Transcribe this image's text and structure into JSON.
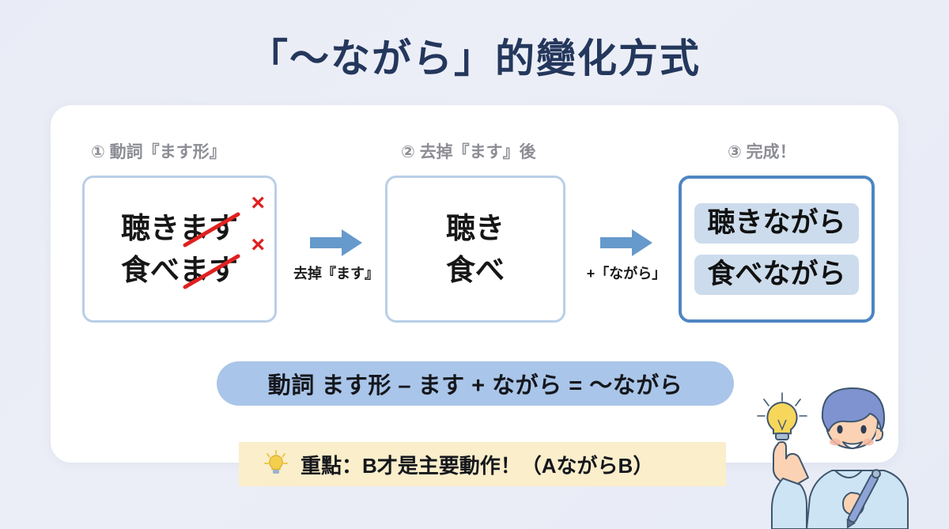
{
  "title": "「〜ながら」的變化方式",
  "steps": [
    {
      "label": "① 動詞『ます形』",
      "words": [
        "聴きます",
        "食べます"
      ],
      "strikethrough": "ます",
      "mark": "×"
    },
    {
      "label": "② 去掉『ます』後",
      "words": [
        "聴き",
        "食べ"
      ]
    },
    {
      "label": "③ 完成！",
      "words": [
        "聴きながら",
        "食べながら"
      ]
    }
  ],
  "arrows": [
    {
      "caption": "去掉『ます』",
      "icon": "right-arrow-icon"
    },
    {
      "caption": "+「ながら」",
      "icon": "right-arrow-icon"
    }
  ],
  "formula": "動詞 ます形 – ます + ながら = 〜ながら",
  "tip": {
    "icon": "lightbulb-icon",
    "text": "重點：B才是主要動作！（AながらB）"
  },
  "illustration": {
    "name": "student-pointing-lightbulb"
  },
  "colors": {
    "background": "#e9ecf6",
    "title": "#24375c",
    "card": "#ffffff",
    "step_label": "#8d8e95",
    "box_border": "#b9cfe8",
    "box_border_final": "#4e85c2",
    "pill_word": "#ccdcec",
    "arrow": "#6699cc",
    "strike": "#e02020",
    "formula_bg": "#a9c5e9",
    "tip_bg": "#faeecb"
  }
}
